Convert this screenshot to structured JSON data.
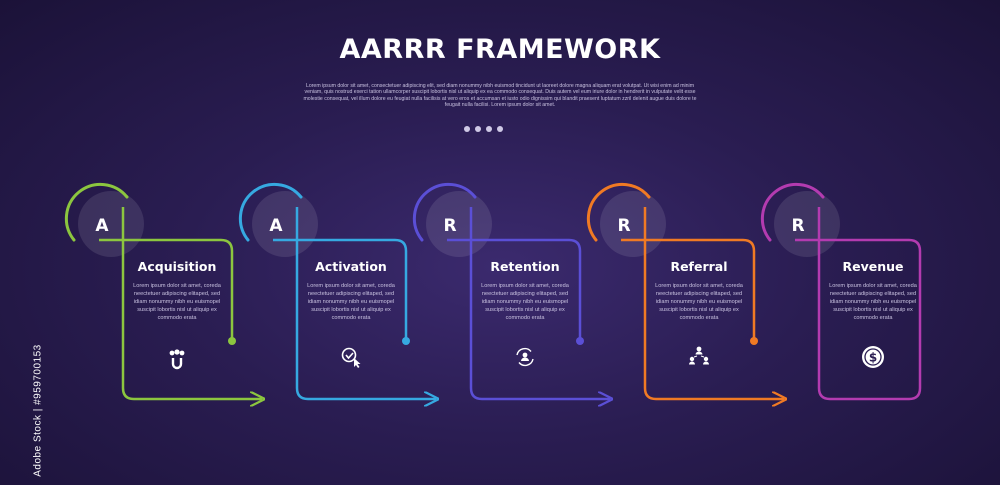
{
  "header": {
    "title": "AARRR FRAMEWORK",
    "subtitle": "Lorem ipsum dolor sit amet, consectetuer adipiscing elit, sed diam nonummy nibh euismod tincidunt ut laoreet dolore magna aliquam erat volutpat. Ut wisi enim ad minim veniam, quis nostrud exerci tation ullamcorper suscipit lobortis nisl ut aliquip ex ea commodo consequat. Duis autem vel eum iriure dolor in hendrerit in vulputate velit esse molestie consequat, vel illum dolore eu feugiat nulla facilisis at vero eros et accumsan et iusto odio dignissim qui blandit praesent luptatum zzril delenit augue duis dolore te feugait nulla facilisi. Lorem ipsum dolor sit amet."
  },
  "colors": {
    "background": "#2a1d52",
    "acquisition": "#8cc63f",
    "activation": "#36a9e1",
    "retention": "#5b4fd6",
    "referral": "#f07a24",
    "revenue": "#b33bb0"
  },
  "steps": [
    {
      "letter": "A",
      "name": "Acquisition",
      "description": "Lorem ipsum dolor sit amet, coreda neectetuer adipiscing elitaped, sed idiam nonummy nibh eu euismopel suscipit lobortis nisl ut aliquip ex commodo erata",
      "icon": "magnet-people-icon",
      "color": "#8cc63f"
    },
    {
      "letter": "A",
      "name": "Activation",
      "description": "Lorem ipsum dolor sit amet, coreda neectetuer adipiscing elitaped, sed idiam nonummy nibh eu euismopel suscipit lobortis nisl ut aliquip ex commodo erata",
      "icon": "check-click-icon",
      "color": "#36a9e1"
    },
    {
      "letter": "R",
      "name": "Retention",
      "description": "Lorem ipsum dolor sit amet, coreda neectetuer adipiscing elitaped, sed idiam nonummy nibh eu euismopel suscipit lobortis nisl ut aliquip ex commodo erata",
      "icon": "user-cycle-icon",
      "color": "#5b4fd6"
    },
    {
      "letter": "R",
      "name": "Referral",
      "description": "Lorem ipsum dolor sit amet, coreda neectetuer adipiscing elitaped, sed idiam nonummy nibh eu euismopel suscipit lobortis nisl ut aliquip ex commodo erata",
      "icon": "people-network-icon",
      "color": "#f07a24"
    },
    {
      "letter": "R",
      "name": "Revenue",
      "description": "Lorem ipsum dolor sit amet, coreda neectetuer adipiscing elitaped, sed idiam nonummy nibh eu euismopel suscipit lobortis nisl ut aliquip ex commodo erata",
      "icon": "dollar-coin-icon",
      "color": "#b33bb0"
    }
  ],
  "credit": "Adobe Stock | #959700153"
}
